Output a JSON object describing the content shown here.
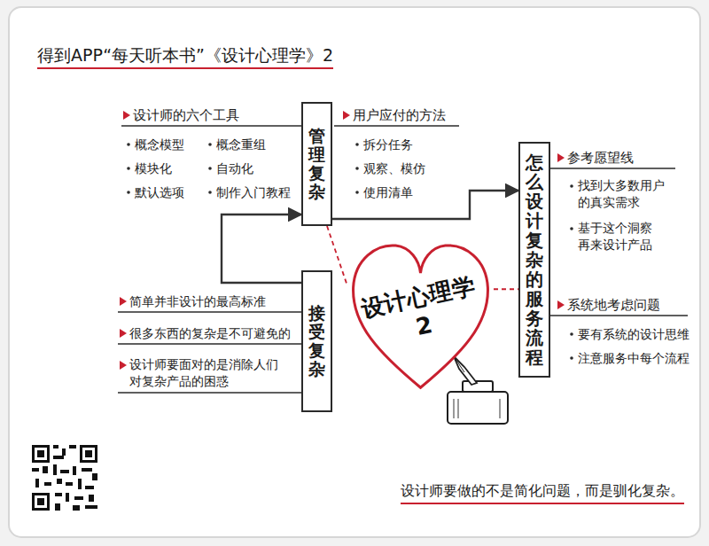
{
  "diagram": {
    "title": "得到APP“每天听本书”《设计心理学》2",
    "caption": "设计师要做的不是简化问题，而是驯化复杂。",
    "nodes": [
      {
        "text": [
          "管理复杂"
        ]
      },
      {
        "text": [
          "怎么设计复杂的服务流程"
        ]
      },
      {
        "text": [
          "接受复杂"
        ]
      },
      {
        "text": [
          "设计心理学 2"
        ]
      }
    ],
    "edges": [
      {
        "from": 0,
        "to": 3,
        "arrow": "none"
      },
      {
        "from": 3,
        "to": 1,
        "arrow": "none"
      },
      {
        "from": 2,
        "to": 0,
        "arrow": "to"
      },
      {
        "from": 0,
        "to": 1,
        "arrow": "to"
      }
    ],
    "labels": [
      "设计师的六个工具",
      "概念模型",
      "概念重组",
      "模块化",
      "自动化",
      "默认选项",
      "制作入门教程",
      "用户应付的方法",
      "拆分任务",
      "观察、模仿",
      "使用清单",
      "参考愿望线",
      "找到大多数用户 的真实需求",
      "基于这个洞察 再来设计产品",
      "系统地考虑问题",
      "要有系统的设计思维",
      "注意服务中每个流程",
      "简单并非设计的最高标准",
      "很多东西的复杂是不可避免的",
      "设计师要面对的是消除人们 对复杂产品的困惑"
    ]
  }
}
